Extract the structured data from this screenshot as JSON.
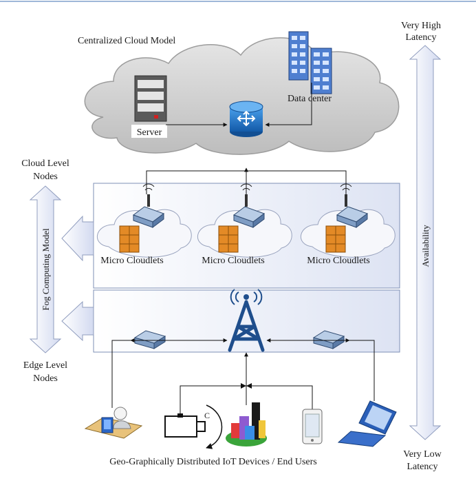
{
  "cloud": {
    "title": "Centralized Cloud Model",
    "server_label": "Server",
    "datacenter_label": "Data center"
  },
  "left_axis": {
    "top": [
      "Cloud Level",
      "Nodes"
    ],
    "middle": "Fog Computing Model",
    "bottom": [
      "Edge Level",
      "Nodes"
    ]
  },
  "right_axis": {
    "top": [
      "Very High",
      "Latency"
    ],
    "middle": "Availability",
    "bottom": [
      "Very Low",
      "Latency"
    ]
  },
  "fog_layer": {
    "cloudlets": [
      "Micro Cloudlets",
      "Micro Cloudlets",
      "Micro Cloudlets"
    ]
  },
  "devices": {
    "caption": "Geo-Graphically Distributed IoT Devices / End Users",
    "camera_mark": "C"
  },
  "colors": {
    "layer_fill": "#e9edf8",
    "layer_border": "#7d8fb5",
    "arrow_fill": "#e8ecf8",
    "hub_blue": "#1c6fc4",
    "tower_blue": "#1f4e8c",
    "box_orange": "#e38a26"
  }
}
